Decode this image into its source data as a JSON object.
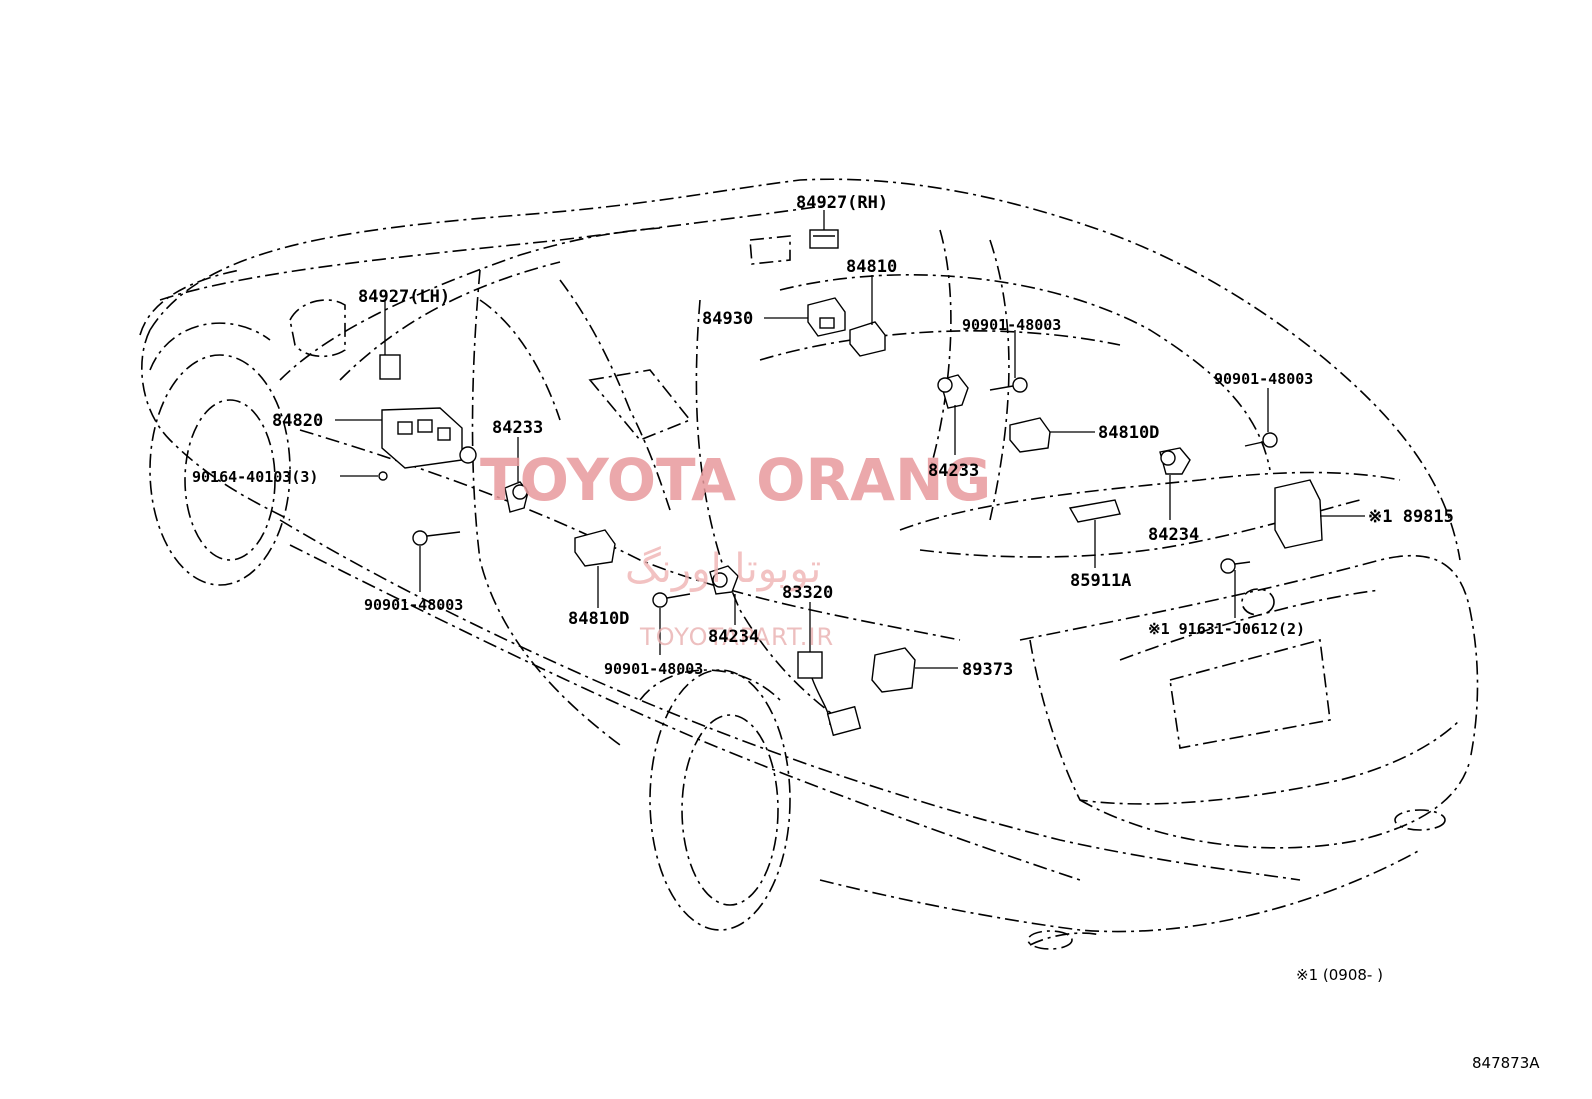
{
  "diagram_code": "847873A",
  "footnote": "※1 (0908-     )",
  "watermark": {
    "brand": "TOYOTA ORANG",
    "persian": "تویوتا اورنگ",
    "site": "TOYOTAPART.IR"
  },
  "callouts": {
    "p84927rh": "84927(RH)",
    "p84810": "84810",
    "p84927lh": "84927(LH)",
    "p84930": "84930",
    "p90901a": "90901-48003",
    "p90901b": "90901-48003",
    "p84820": "84820",
    "p84233a": "84233",
    "p84810d_r": "84810D",
    "p84233b": "84233",
    "p90164": "90164-40103(3)",
    "p89815": "※1 89815",
    "p84234r": "84234",
    "p85911a": "85911A",
    "p90901c": "90901-48003",
    "p91631": "※1 91631-J0612(2)",
    "p84810d_l": "84810D",
    "p83320": "83320",
    "p84234l": "84234",
    "p89373": "89373",
    "p90901d": "90901-48003"
  }
}
